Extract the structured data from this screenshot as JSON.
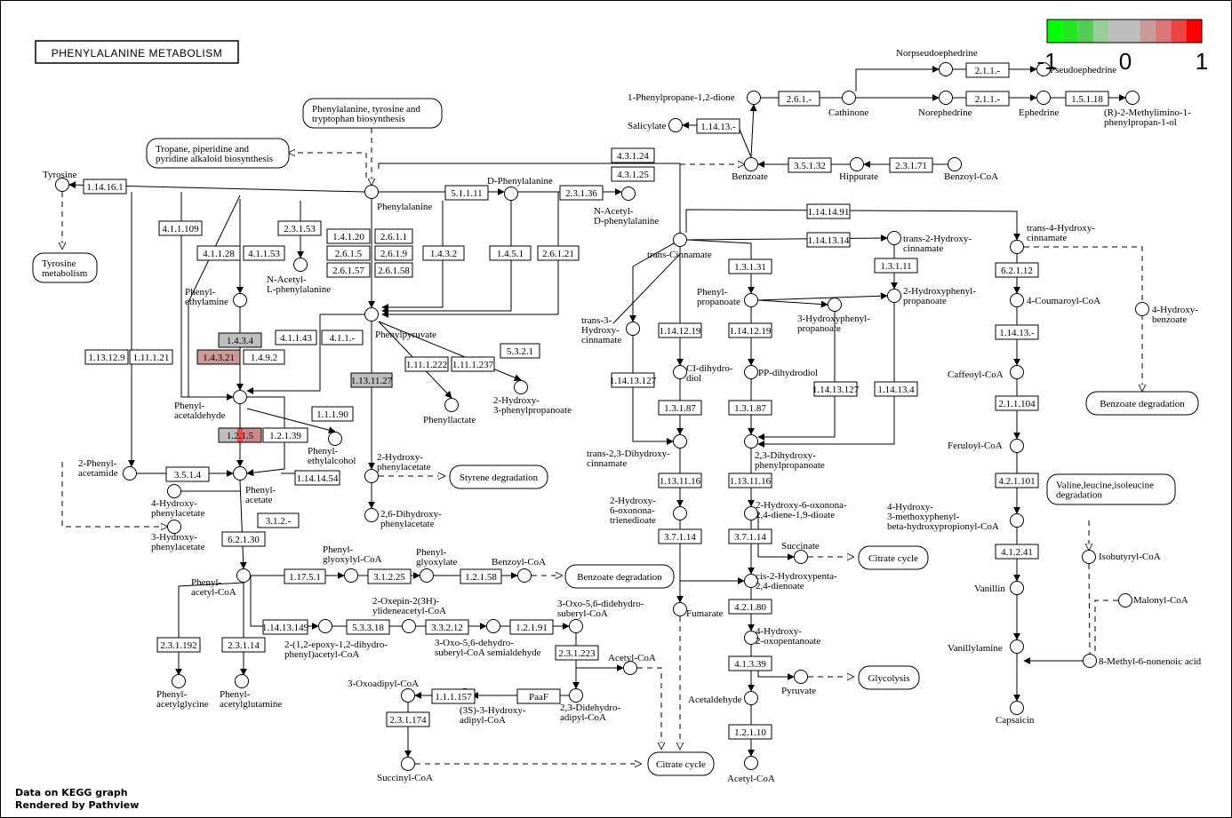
{
  "title": "PHENYLALANINE METABOLISM",
  "footer": {
    "line1": "Data on KEGG graph",
    "line2": "Rendered by Pathview"
  },
  "legend": {
    "labels": [
      "-1",
      "0",
      "1"
    ],
    "colors": [
      "#00ff00",
      "#22e622",
      "#55cc55",
      "#99cc99",
      "#bebebe",
      "#bebebe",
      "#cc9999",
      "#dd7777",
      "#ee4444",
      "#ff0000"
    ]
  },
  "compounds": [
    {
      "id": "phe",
      "label": "Phenylalanine"
    },
    {
      "id": "dphe",
      "label": "D-Phenylalanine"
    },
    {
      "id": "nacdphe",
      "label": "N-Acetyl-\nD-phenylalanine"
    },
    {
      "id": "tyr",
      "label": "Tyrosine"
    },
    {
      "id": "nacphe",
      "label": "N-Acetyl-\nL-phenylalanine"
    },
    {
      "id": "phea",
      "label": "Phenyl-\nethylamine"
    },
    {
      "id": "phpyr",
      "label": "Phenylpyruvate"
    },
    {
      "id": "phald",
      "label": "Phenyl-\nacetaldehyde"
    },
    {
      "id": "pheol",
      "label": "Phenyl-\nethylalcohol"
    },
    {
      "id": "phlac",
      "label": "Phenyllactate"
    },
    {
      "id": "ohpp",
      "label": "2-Hydroxy-\n3-phenylpropanoate"
    },
    {
      "id": "ohpa",
      "label": "2-Hydroxy-\nphenylacetate"
    },
    {
      "id": "dohpa",
      "label": "2,6-Dihydroxy-\nphenylacetate"
    },
    {
      "id": "phacetamide",
      "label": "2-Phenyl-\nacetamide"
    },
    {
      "id": "phac",
      "label": "Phenyl-\nacetate"
    },
    {
      "id": "h4pa",
      "label": "4-Hydroxy-\nphenylacetate"
    },
    {
      "id": "h3pa",
      "label": "3-Hydroxy-\nphenylacetate"
    },
    {
      "id": "phacoa",
      "label": "Phenyl-\nacetyl-CoA"
    },
    {
      "id": "phgly",
      "label": "Phenyl-\nacetylglycine"
    },
    {
      "id": "phglu",
      "label": "Phenyl-\nacetylglutamine"
    },
    {
      "id": "phglyoxcoa",
      "label": "Phenyl-\nglyoxylyl-CoA"
    },
    {
      "id": "phglyox",
      "label": "Phenyl-\nglyoxylate"
    },
    {
      "id": "bzcoa",
      "label": "Benzoyl-CoA"
    },
    {
      "id": "oxepin",
      "label": "2-Oxepin-2(3H)-\nylideneacetyl-CoA"
    },
    {
      "id": "epoxy",
      "label": "2-(1,2-epoxy-1,2-dihydro-\nphenyl)acetyl-CoA"
    },
    {
      "id": "oxodidehydro",
      "label": "3-Oxo-5,6-didehydro-\nsuberyl-CoA"
    },
    {
      "id": "oxoald",
      "label": "3-Oxo-5,6-dehydro-\nsuberyl-CoA semialdehyde"
    },
    {
      "id": "accoa1",
      "label": "Acetyl-CoA"
    },
    {
      "id": "oxoadipcoa",
      "label": "3-Oxoadipyl-CoA"
    },
    {
      "id": "hydadip",
      "label": "(3S)-3-Hydroxy-\nadipyl-CoA"
    },
    {
      "id": "didehydro",
      "label": "2,3-Didehydro-\nadipyl-CoA"
    },
    {
      "id": "succoa",
      "label": "Succinyl-CoA"
    },
    {
      "id": "transcin",
      "label": "trans-Cinnamate"
    },
    {
      "id": "t3hc",
      "label": "trans-3-\nHydroxy-\ncinnamate"
    },
    {
      "id": "phprop",
      "label": "Phenyl-\npropanoate"
    },
    {
      "id": "h3pp",
      "label": "3-Hydroxyphenyl-\npropanoate"
    },
    {
      "id": "cidiol",
      "label": "CI-dihydro-\ndiol"
    },
    {
      "id": "ppdiol",
      "label": "PP-dihydrodiol"
    },
    {
      "id": "t23",
      "label": "trans-2,3-Dihydroxy-\ncinnamate"
    },
    {
      "id": "dhpp",
      "label": "2,3-Dihydroxy-\nphenylpropanoate"
    },
    {
      "id": "hoxtri",
      "label": "2-Hydroxy-\n6-oxonona-\ntrienedioate"
    },
    {
      "id": "hoxdi",
      "label": "2-Hydroxy-6-oxonona-\n2,4-diene-1,9-dioate"
    },
    {
      "id": "succ",
      "label": "Succinate"
    },
    {
      "id": "fum",
      "label": "Fumarate"
    },
    {
      "id": "cishp",
      "label": "cis-2-Hydroxypenta-\n2,4-dienoate"
    },
    {
      "id": "h4ox",
      "label": "4-Hydroxy-\n2-oxopentanoate"
    },
    {
      "id": "pyr",
      "label": "Pyruvate"
    },
    {
      "id": "acald",
      "label": "Acetaldehyde"
    },
    {
      "id": "accoa2",
      "label": "Acetyl-CoA"
    },
    {
      "id": "t2hc",
      "label": "trans-2-Hydroxy-\ncinnamate"
    },
    {
      "id": "h2pp",
      "label": "2-Hydroxyphenyl-\npropanoate"
    },
    {
      "id": "ppdione",
      "label": "1-Phenylpropane-1,2-dione"
    },
    {
      "id": "cath",
      "label": "Cathinone"
    },
    {
      "id": "norpseudo",
      "label": "Norpseudoephedrine"
    },
    {
      "id": "pseudo",
      "label": "Pseudoephedrine"
    },
    {
      "id": "norephed",
      "label": "Norephedrine"
    },
    {
      "id": "ephed",
      "label": "Ephedrine"
    },
    {
      "id": "methylimino",
      "label": "(R)-2-Methylimino-1-\nphenylpropan-1-ol"
    },
    {
      "id": "salic",
      "label": "Salicylate"
    },
    {
      "id": "benzoate",
      "label": "Benzoate"
    },
    {
      "id": "hipp",
      "label": "Hippurate"
    },
    {
      "id": "bzcoa2",
      "label": "Benzoyl-CoA"
    },
    {
      "id": "t4hc",
      "label": "trans-4-Hydroxy-\ncinnamate"
    },
    {
      "id": "coumcoa",
      "label": "4-Coumaroyl-CoA"
    },
    {
      "id": "h4bz",
      "label": "4-Hydroxy-\nbenzoate"
    },
    {
      "id": "caffcoa",
      "label": "Caffeoyl-CoA"
    },
    {
      "id": "ferucoa",
      "label": "Feruloyl-CoA"
    },
    {
      "id": "hmpbeta",
      "label": "4-Hydroxy-\n3-methoxyphenyl-\nbeta-hydroxypropionyl-CoA"
    },
    {
      "id": "vanillin",
      "label": "Vanillin"
    },
    {
      "id": "vanillylamine",
      "label": "Vanillylamine"
    },
    {
      "id": "capsaicin",
      "label": "Capsaicin"
    },
    {
      "id": "isobutyryl",
      "label": "Isobutyryl-CoA"
    },
    {
      "id": "malonyl",
      "label": "Malonyl-CoA"
    },
    {
      "id": "methylnon",
      "label": "8-Methyl-6-nonenoic acid"
    }
  ],
  "enzymes": [
    "1.14.16.1",
    "5.1.1.11",
    "2.3.1.36",
    "4.1.1.109",
    "2.3.1.53",
    "1.4.1.20",
    "2.6.1.1",
    "2.6.1.5",
    "2.6.1.9",
    "2.6.1.57",
    "2.6.1.58",
    "1.4.3.2",
    "1.4.5.1",
    "2.6.1.21",
    "4.1.1.28",
    "4.1.1.53",
    "4.1.1.43",
    "4.1.1.-",
    "1.4.3.4",
    "1.4.3.21",
    "1.4.9.2",
    "1.13.12.9",
    "1.11.1.21",
    "1.11.1.222",
    "1.11.1.237",
    "5.3.2.1",
    "1.13.11.27",
    "1.1.1.90",
    "1.2.1.5",
    "1.2.1.39",
    "3.5.1.4",
    "1.14.14.54",
    "3.1.2.-",
    "6.2.1.30",
    "2.3.1.192",
    "2.3.1.14",
    "1.17.5.1",
    "3.1.2.25",
    "1.2.1.58",
    "1.14.13.149",
    "5.3.3.18",
    "3.3.2.12",
    "1.2.1.91",
    "2.3.1.223",
    "1.1.1.157",
    "PaaF",
    "2.3.1.174",
    "4.3.1.24",
    "4.3.1.25",
    "1.14.13.-",
    "1.14.14.91",
    "1.14.13.14",
    "1.3.1.31",
    "1.3.1.11",
    "1.14.12.19",
    "1.14.12.19",
    "1.14.13.127",
    "1.14.13.127",
    "1.14.13.4",
    "1.3.1.87",
    "1.3.1.87",
    "1.13.11.16",
    "1.13.11.16",
    "3.7.1.14",
    "3.7.1.14",
    "4.2.1.80",
    "4.1.3.39",
    "1.2.1.10",
    "2.6.1.-",
    "2.1.1.-",
    "2.1.1.-",
    "1.5.1.18",
    "3.5.1.32",
    "2.3.1.71",
    "6.2.1.12",
    "1.14.13.-",
    "2.1.1.104",
    "4.2.1.101",
    "4.1.2.41"
  ],
  "maps": [
    {
      "id": "m_pty",
      "label": "Phenylalanine, tyrosine and\ntryptophan biosynthesis"
    },
    {
      "id": "m_trop",
      "label": "Tropane, piperidine and\npyridine alkaloid biosynthesis"
    },
    {
      "id": "m_tyr",
      "label": "Tyrosine\nmetabolism"
    },
    {
      "id": "m_sty",
      "label": "Styrene degradation"
    },
    {
      "id": "m_bz1",
      "label": "Benzoate degradation"
    },
    {
      "id": "m_bz2",
      "label": "Benzoate degradation"
    },
    {
      "id": "m_cit1",
      "label": "Citrate cycle"
    },
    {
      "id": "m_cit2",
      "label": "Citrate cycle"
    },
    {
      "id": "m_gly",
      "label": "Glycolysis"
    },
    {
      "id": "m_val",
      "label": "Valine,leucine,isoleucine\ndegradation"
    }
  ],
  "colored": {
    "1.4.3.4": {
      "fill": "#bebebe"
    },
    "1.4.3.21": {
      "fill": "#cc9999"
    },
    "1.13.11.27": {
      "fill": "#bebebe"
    },
    "1.2.1.5": {
      "fill": "#bebebe",
      "right": "#cc8888",
      "mid": "#ee4444"
    }
  }
}
